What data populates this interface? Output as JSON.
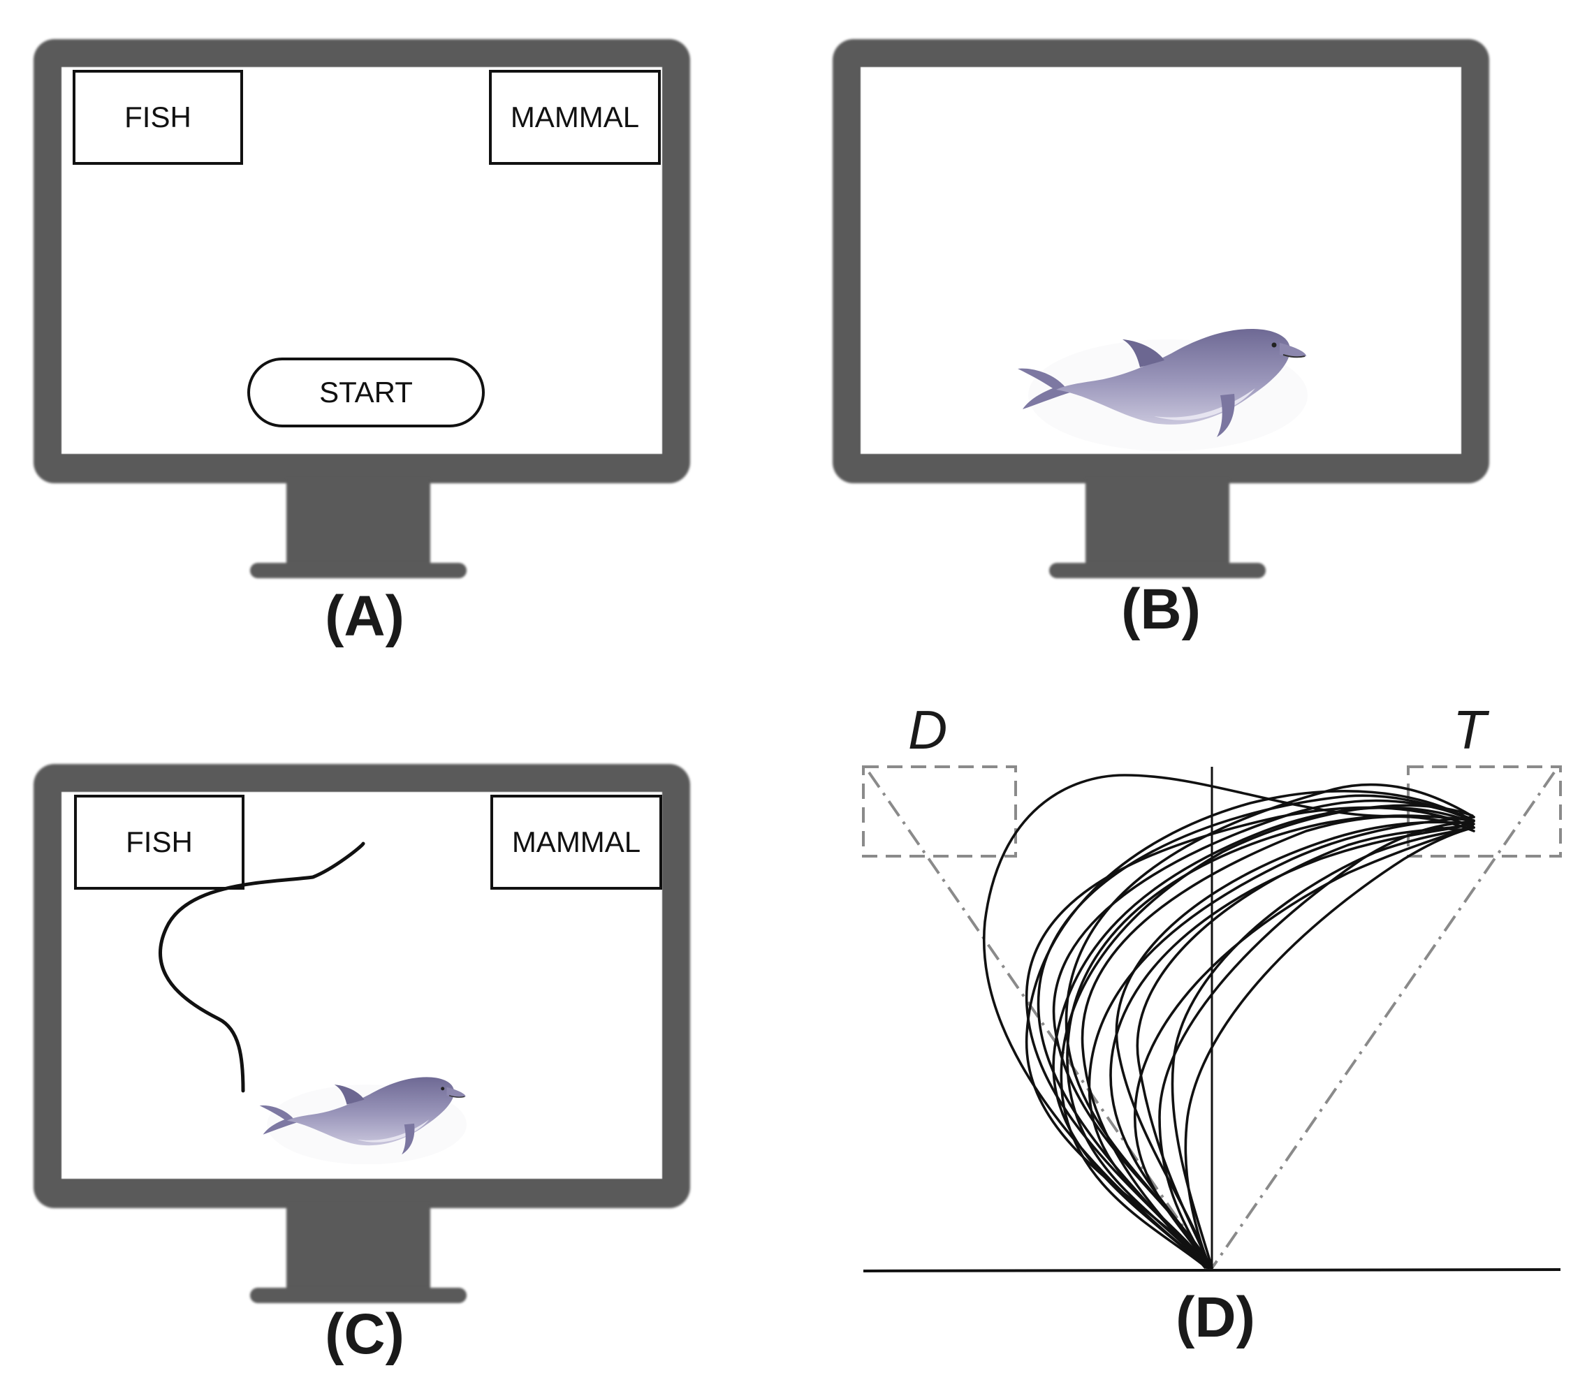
{
  "panels": {
    "a": {
      "caption": "(A)",
      "left_box_label": "FISH",
      "right_box_label": "MAMMAL",
      "start_label": "START"
    },
    "b": {
      "caption": "(B)",
      "stimulus": "dolphin-image"
    },
    "c": {
      "caption": "(C)",
      "left_box_label": "FISH",
      "right_box_label": "MAMMAL",
      "stimulus": "dolphin-image"
    },
    "d": {
      "caption": "(D)",
      "distractor_label": "D",
      "target_label": "T"
    }
  },
  "colors": {
    "bezel": "#5a5a5a",
    "ink": "#111111",
    "dashed_guide": "#8a8a8a",
    "dolphin_body": "#8b86ad",
    "dolphin_belly": "#e3e1ef"
  }
}
